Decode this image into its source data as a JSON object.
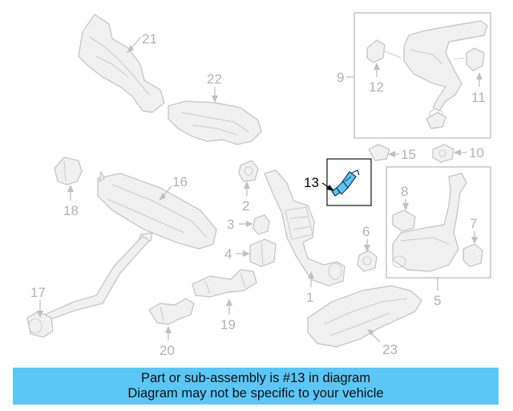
{
  "diagram": {
    "callouts": {
      "c1": "1",
      "c2": "2",
      "c3": "3",
      "c4": "4",
      "c5": "5",
      "c6": "6",
      "c7": "7",
      "c8": "8",
      "c9": "9",
      "c10": "10",
      "c11": "11",
      "c12": "12",
      "c13": "13",
      "c15": "15",
      "c16": "16",
      "c17": "17",
      "c18": "18",
      "c19": "19",
      "c20": "20",
      "c21": "21",
      "c22": "22",
      "c23": "23"
    },
    "highlighted_part": "13",
    "highlight_color": "#5cc6f7",
    "outline_color": "#c8c8c8"
  },
  "banner": {
    "line1": "Part or sub-assembly is #13 in diagram",
    "line2": "Diagram may not be specific to your vehicle",
    "background": "#5cc6f7"
  }
}
